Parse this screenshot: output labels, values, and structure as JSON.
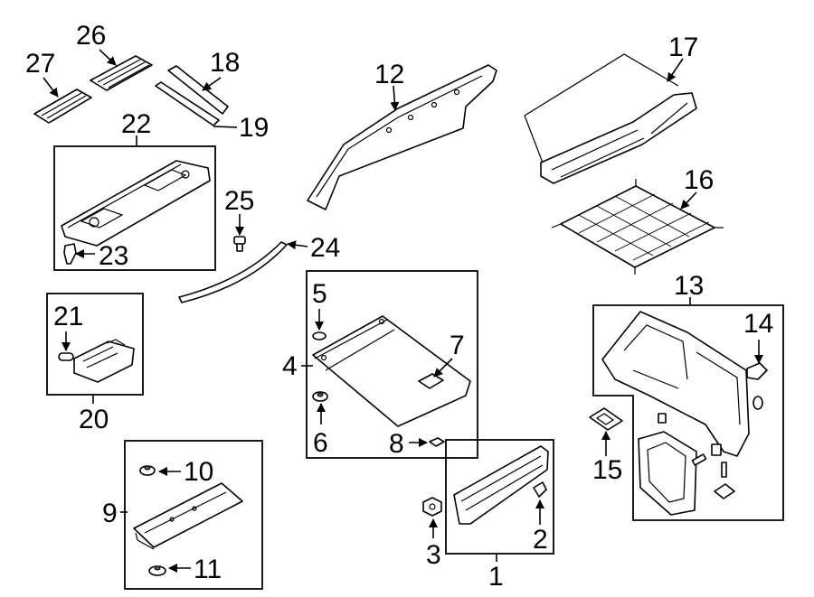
{
  "labels": {
    "p1": "1",
    "p2": "2",
    "p3": "3",
    "p4": "4",
    "p5": "5",
    "p6": "6",
    "p7": "7",
    "p8": "8",
    "p9": "9",
    "p10": "10",
    "p11": "11",
    "p12": "12",
    "p13": "13",
    "p14": "14",
    "p15": "15",
    "p16": "16",
    "p17": "17",
    "p18": "18",
    "p19": "19",
    "p20": "20",
    "p21": "21",
    "p22": "22",
    "p23": "23",
    "p24": "24",
    "p25": "25",
    "p26": "26",
    "p27": "27"
  }
}
